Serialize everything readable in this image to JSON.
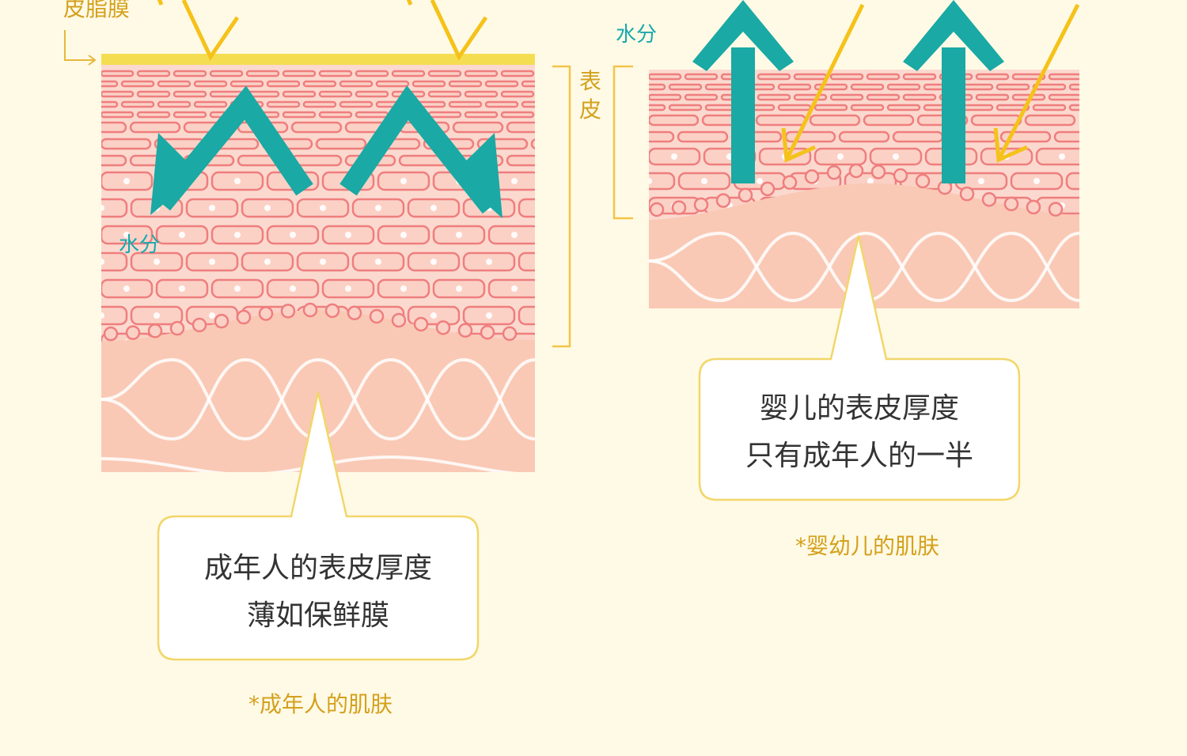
{
  "labels": {
    "sebum_film": "皮脂膜",
    "epidermis_line1": "表",
    "epidermis_line2": "皮",
    "water_adult": "水分",
    "water_infant": "水分"
  },
  "adult": {
    "callout_line1": "成年人的表皮厚度",
    "callout_line2": "薄如保鲜膜",
    "caption": "*成年人的肌肤"
  },
  "infant": {
    "callout_line1": "婴儿的表皮厚度",
    "callout_line2": "只有成年人的一半",
    "caption": "*婴幼儿的肌肤"
  },
  "colors": {
    "background": "#fffae6",
    "sebum": "#f5dd52",
    "arrow_yellow": "#f5c21a",
    "arrow_teal": "#1aa9a4",
    "skin_pink": "#f7c3b4",
    "cell_outline": "#ef7e7e",
    "cell_fill": "#fbd1c6",
    "dermis": "#f9c8b4",
    "label_gold": "#d4a11d",
    "label_teal": "#18a9ad",
    "callout_border": "#f2d66a",
    "text_dark": "#333333"
  }
}
